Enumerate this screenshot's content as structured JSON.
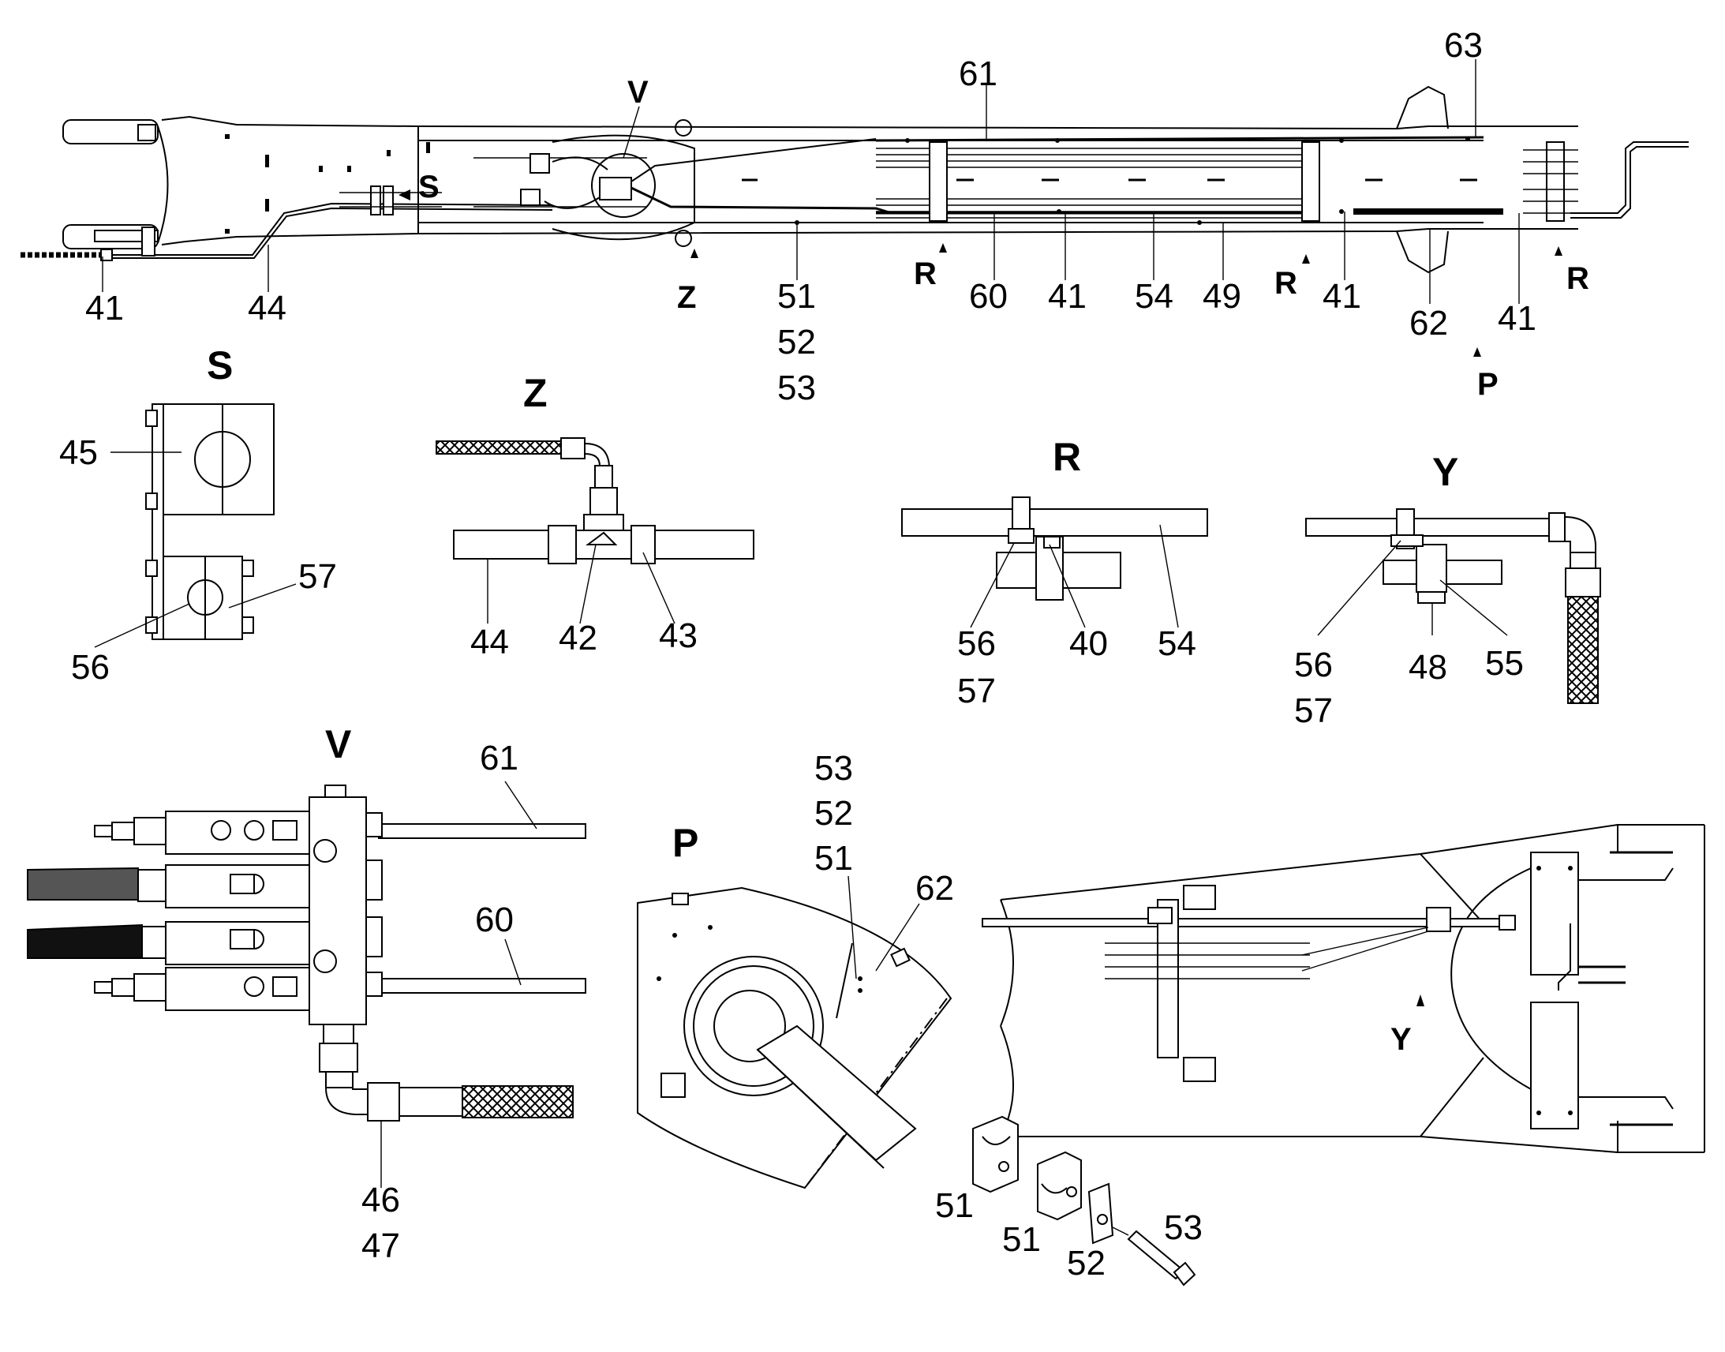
{
  "views": {
    "S": "S",
    "Z": "Z",
    "R": "R",
    "Y": "Y",
    "V": "V",
    "P": "P"
  },
  "main": {
    "v_marker": "V",
    "s_marker": "S",
    "z_marker": "Z",
    "r_marker_1": "R",
    "r_marker_2": "R",
    "r_marker_3": "R",
    "p_marker": "P",
    "labels": {
      "l41a": "41",
      "l44": "44",
      "l61": "61",
      "l63": "63",
      "l51": "51",
      "l52": "52",
      "l53": "53",
      "l60": "60",
      "l41b": "41",
      "l54": "54",
      "l49": "49",
      "l41c": "41",
      "l62": "62",
      "l41d": "41"
    }
  },
  "detail_s": {
    "l45": "45",
    "l56": "56",
    "l57": "57"
  },
  "detail_z": {
    "l44": "44",
    "l42": "42",
    "l43": "43"
  },
  "detail_r": {
    "l56": "56",
    "l57": "57",
    "l40": "40",
    "l54": "54"
  },
  "detail_y": {
    "l56": "56",
    "l57": "57",
    "l48": "48",
    "l55": "55"
  },
  "detail_v": {
    "l61": "61",
    "l60": "60",
    "l46": "46",
    "l47": "47"
  },
  "detail_p": {
    "l53": "53",
    "l52": "52",
    "l51": "51",
    "l62": "62"
  },
  "bottom_right": {
    "y_marker": "Y"
  },
  "parts": {
    "l51a": "51",
    "l51b": "51",
    "l52": "52",
    "l53": "53"
  }
}
